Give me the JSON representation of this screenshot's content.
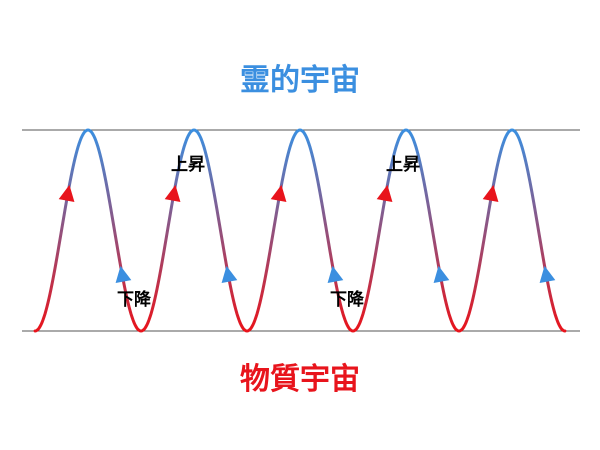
{
  "titles": {
    "top": "霊的宇宙",
    "bottom": "物質宇宙"
  },
  "labels": {
    "rise": "上昇",
    "fall": "下降"
  },
  "colors": {
    "top_title": "#3b8fe0",
    "bottom_title": "#e8141c",
    "wave_top": "#3b8fe0",
    "wave_bottom": "#e8141c",
    "boundary_line": "#555555"
  }
}
